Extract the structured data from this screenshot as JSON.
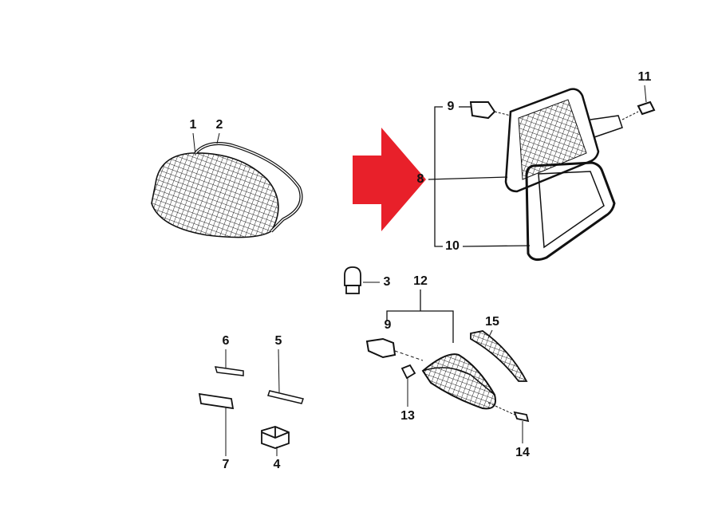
{
  "diagram": {
    "type": "exploded parts diagram",
    "highlight_color": "#e8202a",
    "labels": {
      "p1": "1",
      "p2": "2",
      "p3": "3",
      "p4": "4",
      "p5": "5",
      "p6": "6",
      "p7": "7",
      "p8": "8",
      "p9a": "9",
      "p9b": "9",
      "p10": "10",
      "p11": "11",
      "p12": "12",
      "p13": "13",
      "p14": "14",
      "p15": "15"
    }
  }
}
